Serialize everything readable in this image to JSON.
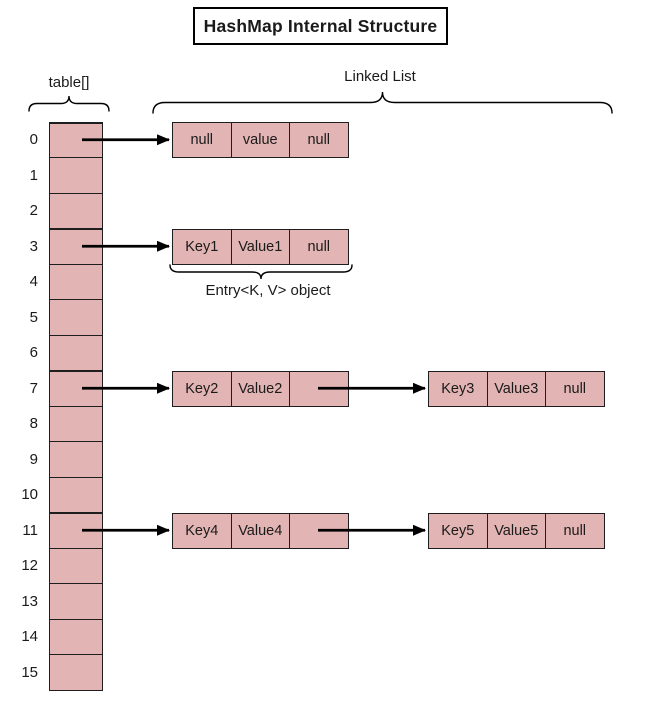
{
  "title": "HashMap Internal Structure",
  "labels": {
    "table_array": "table[]",
    "linked_list": "Linked List",
    "entry_object": "Entry&lt;K, V&gt; object",
    "entry_object_text": "Entry<K, V> object"
  },
  "colors": {
    "background": "#ffffff",
    "cell_fill": "#e2b4b3",
    "cell_border": "#1e1e1e",
    "arrow": "#000000",
    "text": "#1a1a1a"
  },
  "bucket_array": {
    "indices": [
      "0",
      "1",
      "2",
      "3",
      "4",
      "5",
      "6",
      "7",
      "8",
      "9",
      "10",
      "11",
      "12",
      "13",
      "14",
      "15"
    ]
  },
  "chains": [
    {
      "bucket_index": 0,
      "nodes": [
        {
          "cells": [
            "null",
            "value",
            "null"
          ]
        }
      ]
    },
    {
      "bucket_index": 3,
      "nodes": [
        {
          "cells": [
            "Key1",
            "Value1",
            "null"
          ]
        }
      ]
    },
    {
      "bucket_index": 7,
      "nodes": [
        {
          "cells": [
            "Key2",
            "Value2",
            ""
          ]
        },
        {
          "cells": [
            "Key3",
            "Value3",
            "null"
          ]
        }
      ]
    },
    {
      "bucket_index": 11,
      "nodes": [
        {
          "cells": [
            "Key4",
            "Value4",
            ""
          ]
        },
        {
          "cells": [
            "Key5",
            "Value5",
            "null"
          ]
        }
      ]
    }
  ]
}
